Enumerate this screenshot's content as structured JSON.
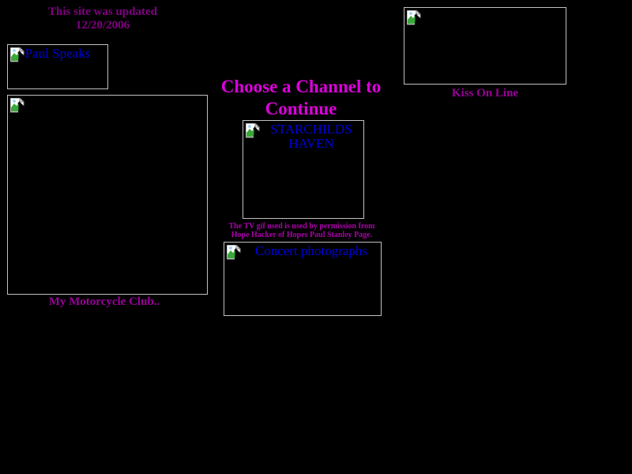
{
  "page": {
    "background_color": "#000000",
    "title": "Choose a Channel to Continue"
  },
  "colors": {
    "background": "#000000",
    "heading_magenta": "#dd00dd",
    "caption_purple": "#990099",
    "update_purple": "#800080",
    "note_purple": "#aa00aa",
    "alt_text_blue": "#0000dd",
    "placeholder_border": "#c0c0c0"
  },
  "header": {
    "update_line1": "This site was updated",
    "update_line2": "12/20/2006"
  },
  "main": {
    "heading": "Choose a Channel to Continue",
    "permission_line1": "The TV gif used is used by permission from",
    "permission_line2": "Hope Hacker of Hopes Paul Stanley Page."
  },
  "links": [
    {
      "id": "paul-speaks",
      "alt_text": "Paul Speaks",
      "caption": "",
      "icon": "broken-image-icon"
    },
    {
      "id": "my-motorcycle-club",
      "alt_text": "",
      "caption": "My Motorcycle Club..",
      "icon": "broken-image-icon"
    },
    {
      "id": "starchilds-haven",
      "alt_text": "STARCHILDS HAVEN",
      "caption": "",
      "icon": "broken-image-icon"
    },
    {
      "id": "concert-photographs",
      "alt_text": "Concert photographs",
      "caption": "",
      "icon": "broken-image-icon"
    },
    {
      "id": "kiss-on-line",
      "alt_text": "",
      "caption": "Kiss On Line",
      "icon": "broken-image-icon"
    }
  ]
}
